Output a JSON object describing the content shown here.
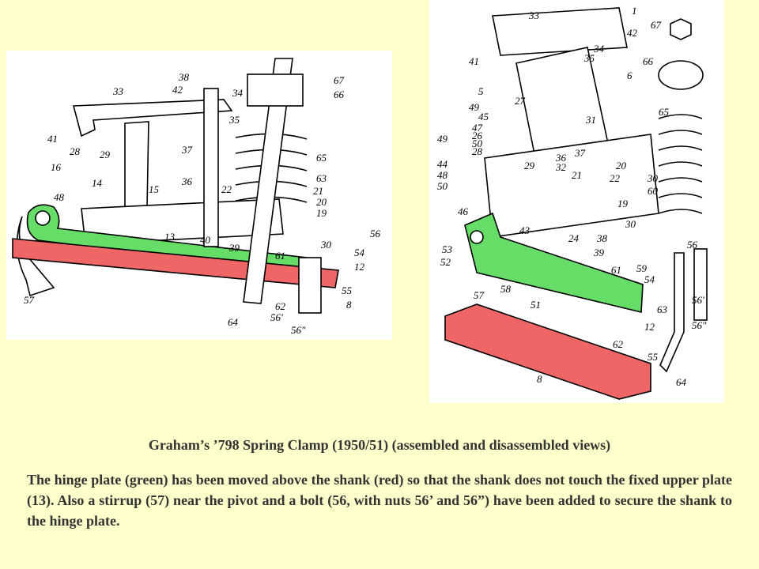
{
  "slide": {
    "caption": "Graham’s ’798 Spring Clamp (1950/51) (assembled and disassembled views)",
    "body": "The hinge plate (green) has been moved above the shank (red) so that the shank does not touch the fixed upper plate (13).  Also a stirrup (57) near the pivot and a bolt (56, with nuts 56’ and 56”) have been added to secure the shank to the hinge plate."
  },
  "colors": {
    "background": "#ffffcc",
    "hinge_plate": "#66dd66",
    "shank": "#ee6666",
    "text": "#333333"
  },
  "assembled_view": {
    "labels": [
      "38",
      "42",
      "33",
      "34",
      "35",
      "67",
      "66",
      "41",
      "28",
      "29",
      "37",
      "65",
      "16",
      "14",
      "36",
      "22",
      "63",
      "15",
      "21",
      "48",
      "20",
      "19",
      "13",
      "40",
      "39",
      "30",
      "56",
      "61",
      "54",
      "12",
      "57",
      "55",
      "62",
      "8",
      "64",
      "56'",
      "56\""
    ]
  },
  "exploded_view": {
    "labels": [
      "33",
      "1",
      "42",
      "67",
      "34",
      "35",
      "41",
      "66",
      "6",
      "5",
      "49",
      "27",
      "65",
      "45",
      "47",
      "31",
      "26",
      "49",
      "50",
      "28",
      "44",
      "48",
      "50",
      "36",
      "37",
      "29",
      "32",
      "21",
      "20",
      "22",
      "30",
      "60",
      "46",
      "19",
      "43",
      "30",
      "24",
      "38",
      "39",
      "53",
      "52",
      "61",
      "59",
      "54",
      "57",
      "58",
      "51",
      "12",
      "56",
      "63",
      "56'",
      "56\"",
      "62",
      "55",
      "8",
      "64"
    ]
  }
}
